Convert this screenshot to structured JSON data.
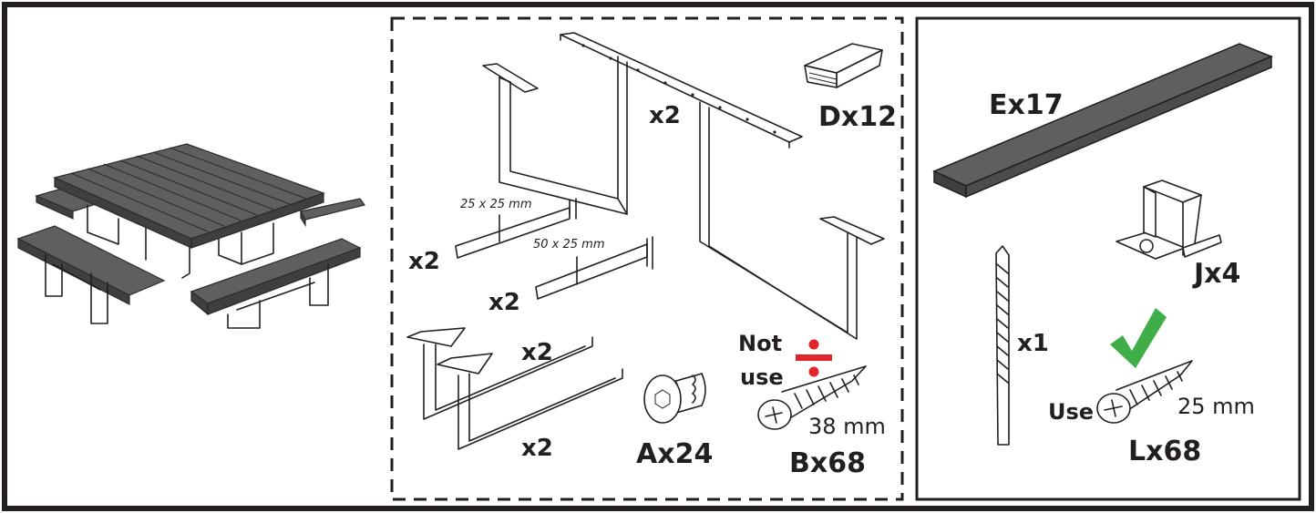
{
  "colors": {
    "frame": "#231f20",
    "plank": "#5e5f61",
    "plank_side": "#3e3f41",
    "not_use_mark": "#e0252b",
    "use_check": "#3fae49",
    "background": "#ffffff"
  },
  "kit_panel": {
    "frame_x2_label": "x2",
    "bracket_dim_small": "25 x 25 mm",
    "bracket_dim_small_qty": "x2",
    "bracket_dim_large": "50 x 25 mm",
    "bracket_dim_large_qty": "x2",
    "bench_frame_qty_a": "x2",
    "bench_frame_qty_b": "x2",
    "cap_label": "Dx12",
    "bolt_label": "Ax24",
    "screw_b_not": "Not",
    "screw_b_use": "use",
    "screw_b_length": "38 mm",
    "screw_b_label": "Bx68"
  },
  "side_panel": {
    "plank_label": "Ex17",
    "clip_label": "Jx4",
    "drill_qty": "x1",
    "screw_l_use": "Use",
    "screw_l_length": "25 mm",
    "screw_l_label": "Lx68"
  },
  "icons": [
    "picnic-table-illustration",
    "table-frame-icon",
    "bracket-icon",
    "bench-frame-icon",
    "end-cap-icon",
    "hex-bolt-icon",
    "wood-screw-icon",
    "not-use-icon",
    "plank-icon",
    "u-clip-icon",
    "drill-bit-icon",
    "check-icon"
  ]
}
